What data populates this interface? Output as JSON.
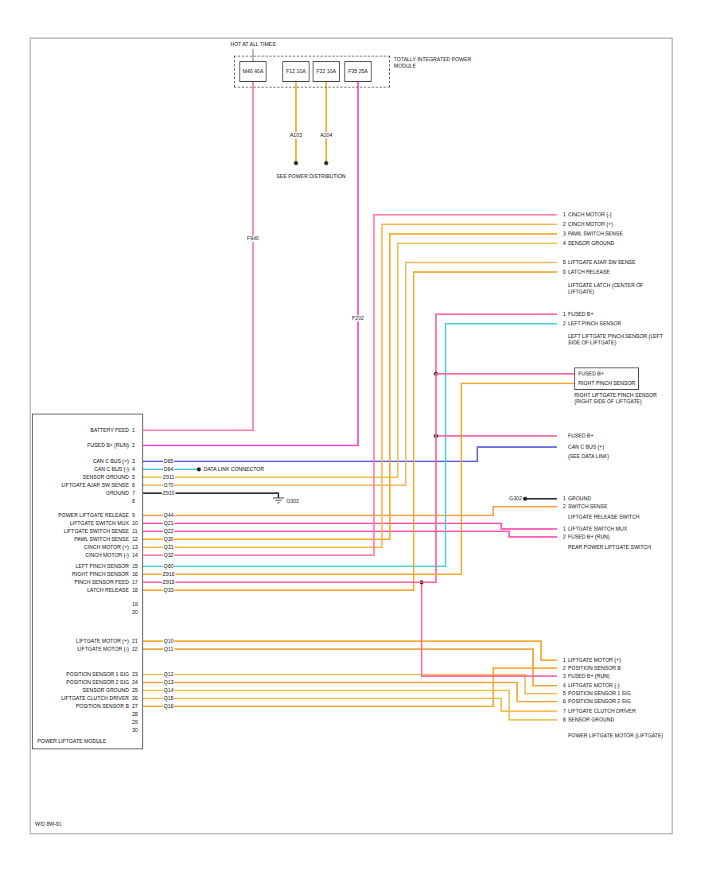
{
  "diagram": {
    "nodes": [
      {
        "text": [
          "TOTALLY INTEGRATED POWER MODULE"
        ]
      },
      {
        "text": [
          "M40 40A"
        ],
        "in": 0
      },
      {
        "text": [
          "F12 10A"
        ],
        "in": 0
      },
      {
        "text": [
          "F22 10A"
        ],
        "in": 0
      },
      {
        "text": [
          "F35 25A"
        ],
        "in": 0
      },
      {
        "text": [
          "POWER LIFTGATE MODULE"
        ]
      },
      {
        "text": [
          "FUSED B+",
          "RIGHT PINCH SENSOR"
        ]
      }
    ],
    "edges": [
      {
        "from": 1,
        "to": 5,
        "arrow": "none",
        "label": "F940"
      },
      {
        "from": 4,
        "to": 5,
        "arrow": "none",
        "label": "F202"
      },
      {
        "from": 5,
        "to": 6,
        "arrow": "none",
        "label": "Z915"
      },
      {
        "from": 5,
        "to": 6,
        "arrow": "none",
        "label": "Z916"
      }
    ],
    "labels": [
      "HOT AT ALL TIMES",
      "A103",
      "A104",
      "SEE POWER DISTRIBUTION",
      "BATTERY FEED",
      "1",
      "FUSED B+ (RUN)",
      "2",
      "CAN C BUS (+)",
      "3",
      "CAN C BUS (-)",
      "4",
      "SENSOR GROUND",
      "5",
      "LIFTGATE AJAR SW SENSE",
      "6",
      "GROUND",
      "7",
      "8",
      "POWER LIFTGATE RELEASE",
      "9",
      "LIFTGATE SWITCH MUX",
      "10",
      "LIFTGATE SWITCH SENSE",
      "11",
      "PAWL SWITCH SENSE",
      "12",
      "CINCH MOTOR (+)",
      "13",
      "CINCH MOTOR (-)",
      "14",
      "LEFT PINCH SENSOR",
      "15",
      "RIGHT PINCH SENSOR",
      "16",
      "PINCH SENSOR FEED",
      "17",
      "LATCH RELEASE",
      "18",
      "19",
      "20",
      "LIFTGATE MOTOR (+)",
      "21",
      "LIFTGATE MOTOR (-)",
      "22",
      "POSITION SENSOR 1 SIG",
      "23",
      "POSITION SENSOR 2 SIG",
      "24",
      "SENSOR GROUND",
      "25",
      "LIFTGATE CLUTCH DRIVER",
      "26",
      "POSITION SENSOR B",
      "27",
      "28",
      "29",
      "30",
      "D65",
      "D64",
      "Z911",
      "G70",
      "Z910",
      "Q44",
      "Q21",
      "Q22",
      "Q30",
      "Q31",
      "Q32",
      "Q60",
      "Q33",
      "Q10",
      "Q11",
      "Q12",
      "Q13",
      "Q14",
      "Q15",
      "Q16",
      "DATA LINK CONNECTOR",
      "G302",
      "G302",
      "1",
      "CINCH MOTOR (-)",
      "2",
      "CINCH MOTOR (+)",
      "3",
      "PAWL SWITCH SENSE",
      "4",
      "SENSOR GROUND",
      "5",
      "LIFTGATE AJAR SW SENSE",
      "6",
      "LATCH RELEASE",
      "LIFTGATE LATCH (CENTER OF LIFTGATE)",
      "1",
      "FUSED B+",
      "2",
      "LEFT PINCH SENSOR",
      "LEFT LIFTGATE PINCH SENSOR (LEFT SIDE OF LIFTGATE)",
      "RIGHT LIFTGATE PINCH SENSOR (RIGHT SIDE OF LIFTGATE)",
      "FUSED B+",
      "CAN C BUS (+)",
      "(SEE DATA LINK)",
      "1",
      "GROUND",
      "2",
      "SWITCH SENSE",
      "LIFTGATE RELEASE SWITCH",
      "1",
      "LIFTGATE SWITCH MUX",
      "2",
      "FUSED B+ (RUN)",
      "REAR POWER LIFTGATE SWITCH",
      "1",
      "LIFTGATE MOTOR (+)",
      "2",
      "POSITION SENSOR B",
      "3",
      "FUSED B+ (RUN)",
      "4",
      "LIFTGATE MOTOR (-)",
      "5",
      "POSITION SENSOR 1 SIG",
      "6",
      "POSITION SENSOR 2 SIG",
      "7",
      "LIFTGATE CLUTCH DRIVER",
      "8",
      "SENSOR GROUND",
      "POWER LIFTGATE MOTOR (LIFTGATE)",
      "W/D 8W-61"
    ]
  }
}
